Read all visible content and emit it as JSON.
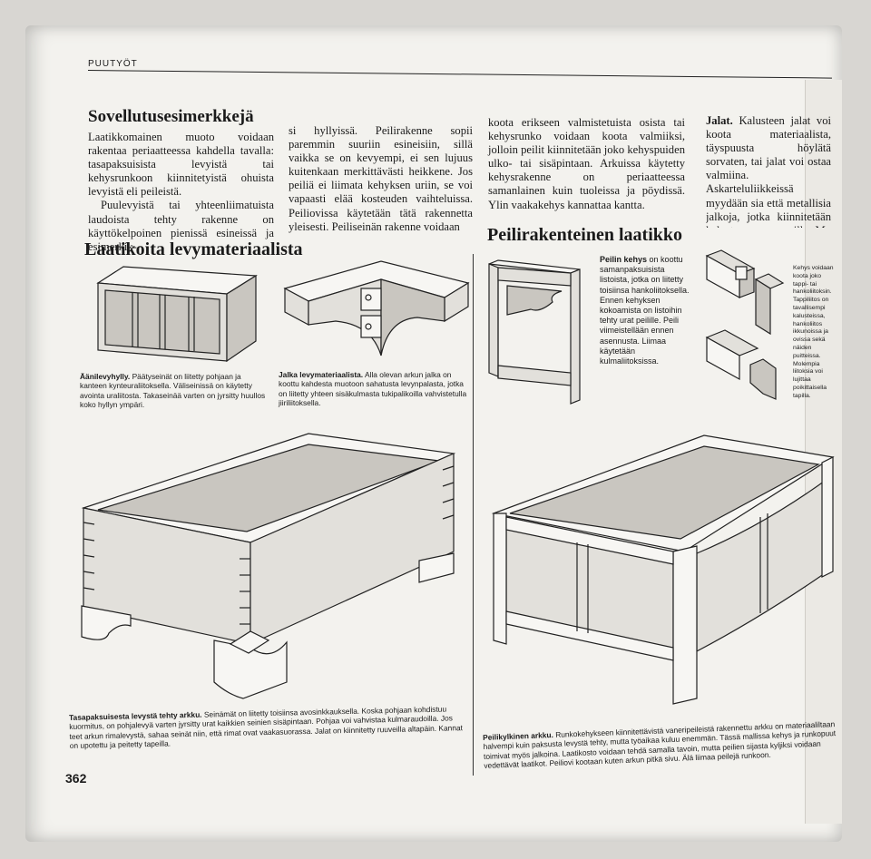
{
  "header": {
    "section": "PUUTYÖT",
    "page_number": "362"
  },
  "section1": {
    "title": "Sovellutusesimerkkejä",
    "col1": "Laatikkomainen muoto voidaan rakentaa periaatteessa kahdella tavalla: tasapaksuisista levyistä tai kehysrunkoon kiinnitetyistä ohuista levyistä eli peileistä.",
    "col1b": "Puulevyistä tai yhteenliimatuista laudoista tehty rakenne on käyttökelpoinen pienissä esineissä ja esimerkik-",
    "col2": "si hyllyissä. Peilirakenne sopii paremmin suuriin esineisiin, sillä vaikka se on kevyempi, ei sen lujuus kuitenkaan merkittävästi heikkene. Jos peiliä ei liimata kehyksen uriin, se voi vapaasti elää kosteuden vaihteluissa. Peiliovissa käytetään tätä rakennetta yleisesti. Peiliseinän rakenne voidaan",
    "col3": "koota erikseen valmistetuista osista tai kehysrunko voidaan koota valmiiksi, jolloin peilit kiinnitetään joko kehyspuiden ulko- tai sisäpintaan. Arkuissa käytetty kehysrakenne on periaatteessa samanlainen kuin tuoleissa ja pöydissä. Ylin vaakakehys kannattaa kantta.",
    "col4_lead": "Jalat.",
    "col4": "Kalusteen jalat voi koota materiaalista, täyspuusta höylätä sorvaten, tai jalat voi ostaa valmiina. Askarteluliikkeissä myydään sia että metallisia jalkoja, jotka kiinnitetään kalusteeseen ruuveilla. Mo vat jalat on muotoiltava itse. Na aihio kootaan liimaamalla"
  },
  "section2": {
    "title": "Laatikoita levymateriaalista"
  },
  "section3": {
    "title": "Peilirakenteinen laatikko"
  },
  "captions": {
    "shelf_lead": "Äänilevyhylly.",
    "shelf": "Päätyseinät on liitetty pohjaan ja kanteen kynteuraliitoksella. Väliseinissä on käytetty avointa uraliitosta. Takaseinää varten on jyrsitty huullos koko hyllyn ympäri.",
    "leg_lead": "Jalka levymateriaalista.",
    "leg": "Alla olevan arkun jalka on koottu kahdesta muotoon sahatusta levynpalasta, jotka on liitetty yhteen sisäkulmasta tukipalikoilla vahvistetulla jiiriliitoksella.",
    "frame_lead": "Peilin kehys",
    "frame": "on koottu samanpaksuisista listoista, jotka on liitetty toisiinsa hankoliitoksella. Ennen kehyksen kokoamista on listoihin tehty urat peilille. Peili viimeistellään ennen asennusta. Liimaa käytetään kulmaliitoksissa.",
    "joint": "Kehys voidaan koota joko tappi- tai hankoliitoksin. Tappiliitos on tavallisempi kalusteissa, hankoliitos ikkunoissa ja ovissa sekä näiden puitteissa. Molempia liitoksia voi lujittaa poikittaisella tapilla.",
    "chest_lead": "Tasapaksuisesta levystä tehty arkku.",
    "chest": "Seinämät on liitetty toisiinsa avosinkkauksella. Koska pohjaan kohdistuu kuormitus, on pohjalevyä varten jyrsitty urat kaikkien seinien sisäpintaan. Pohjaa voi vahvistaa kulmaraudoilla. Jos teet arkun rimalevystä, sahaa seinät niin, että rimat ovat vaakasuorassa. Jalat on kiinnitetty ruuveilla altapäin. Kannat on upotettu ja peitetty tapeilla.",
    "panel_lead": "Peilikylkinen arkku.",
    "panel": "Runkokehykseen kiinnitettävistä vaneripeileistä rakennettu arkku on materiaaliltaan halvempi kuin paksusta levystä tehty, mutta työaikaa kuluu enemmän. Tässä mallissa kehys ja runkopuut toimivat myös jalkoina. Laatikosto voidaan tehdä samalla tavoin, mutta peilien sijasta kyljiksi voidaan vedettävät laatikot. Peiliovi kootaan kuten arkun pitkä sivu. Älä liimaa peilejä runkoon."
  }
}
